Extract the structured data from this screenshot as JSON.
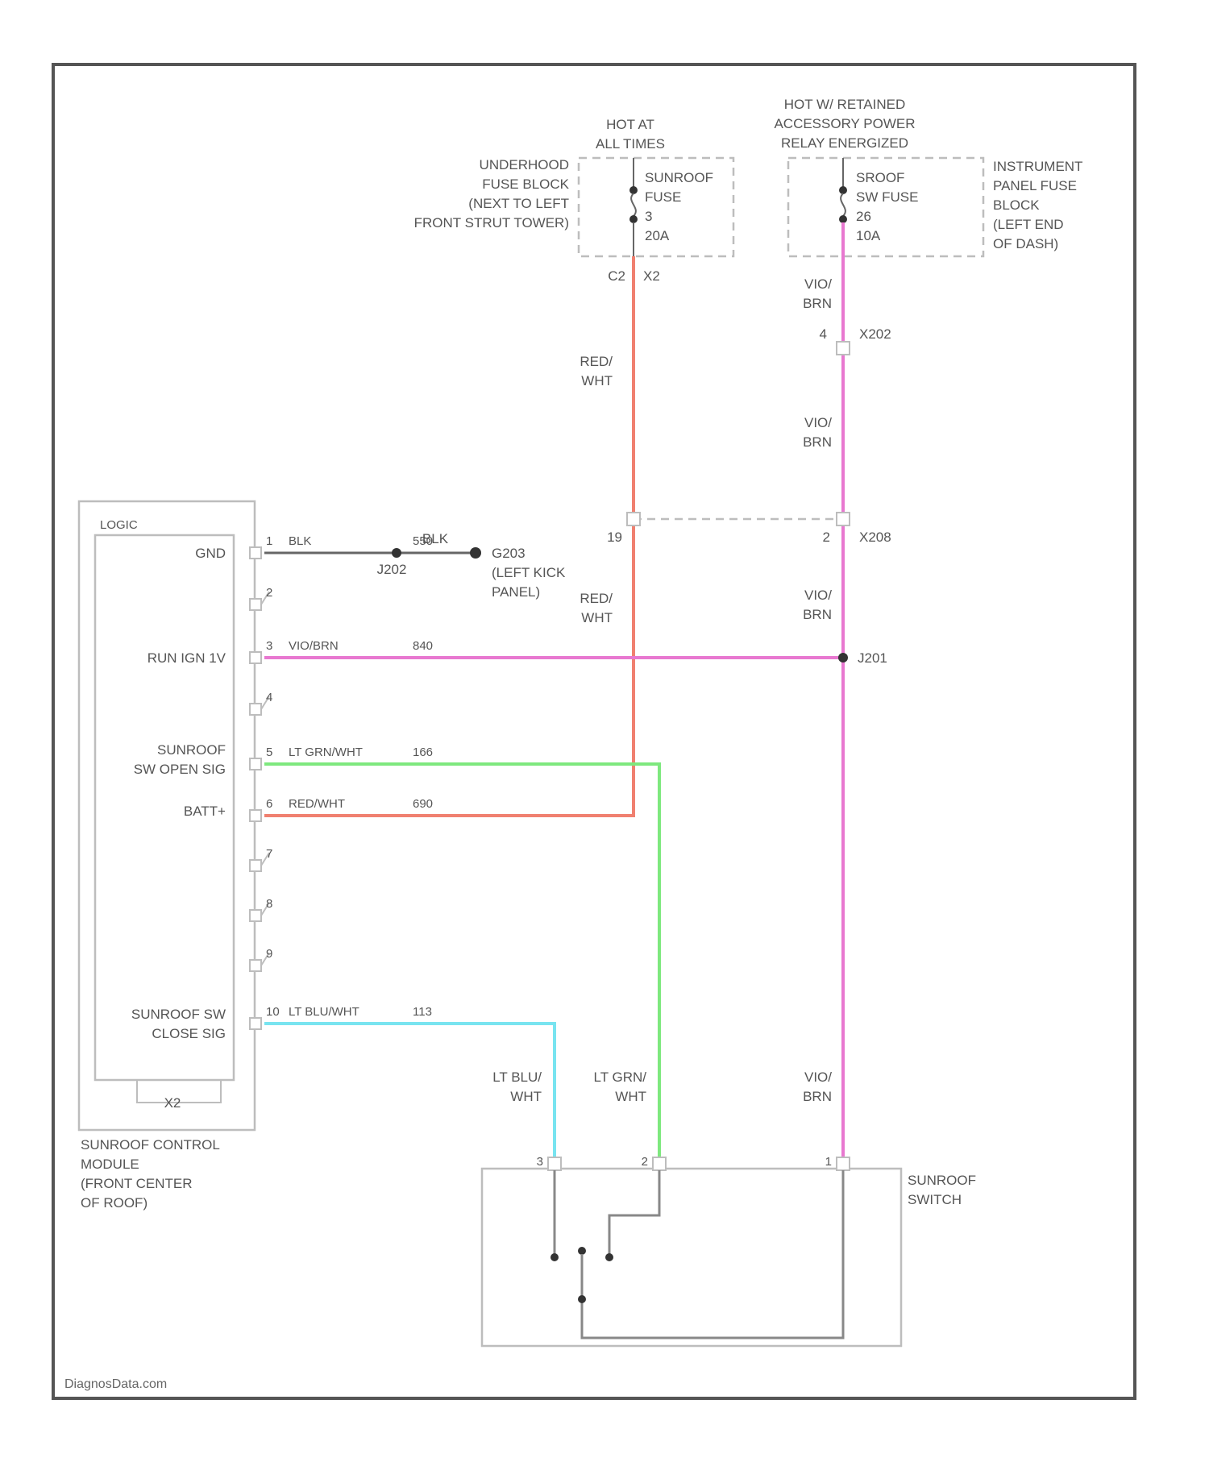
{
  "colors": {
    "frame": "#555555",
    "box": "#bdbdbd",
    "wire_gray": "#666666",
    "wire_red_wht": "#f08070",
    "wire_vio_brn": "#e878d0",
    "wire_lt_grn_wht": "#7ee87e",
    "wire_lt_blu_wht": "#78e4f0",
    "text": "#555555"
  },
  "top": {
    "hot_at_all_times": [
      "HOT AT",
      "ALL TIMES"
    ],
    "hot_in_retained": [
      "HOT W/ RETAINED",
      "ACCESSORY POWER",
      "RELAY ENERGIZED"
    ],
    "underhood_fuse_block": [
      "UNDERHOOD",
      "FUSE BLOCK",
      "(NEXT TO LEFT",
      "FRONT STRUT TOWER)"
    ],
    "sunroof_fuse": [
      "SUNROOF",
      "FUSE",
      "3",
      "20A"
    ],
    "sroof_sw_fuse": [
      "SROOF",
      "SW FUSE",
      "26",
      "10A"
    ],
    "instrument_panel_fuse_block": [
      "INSTRUMENT",
      "PANEL FUSE",
      "BLOCK",
      "(LEFT END",
      "OF DASH)"
    ],
    "connector_c2": "C2",
    "connector_x2": "X2"
  },
  "wires": {
    "red_wht_top": [
      "RED/",
      "WHT"
    ],
    "red_wht_mid": [
      "RED/",
      "WHT"
    ],
    "vio_brn_1": [
      "VIO/",
      "BRN"
    ],
    "vio_brn_2": [
      "VIO/",
      "BRN"
    ],
    "vio_brn_3": [
      "VIO/",
      "BRN"
    ],
    "vio_brn_4": [
      "VIO/",
      "BRN"
    ],
    "lt_blu_wht": [
      "LT BLU/",
      "WHT"
    ],
    "lt_grn_wht": [
      "LT GRN/",
      "WHT"
    ]
  },
  "connectors": {
    "x202_pin": "4",
    "x202": "X202",
    "x208_pin_left": "19",
    "x208_pin_right": "2",
    "x208": "X208",
    "j202": "J202",
    "j201": "J201",
    "g203": [
      "G203",
      "(LEFT KICK",
      "PANEL)"
    ],
    "blk_2": "BLK"
  },
  "module": {
    "logic": "LOGIC",
    "gnd": "GND",
    "run_ign": "RUN IGN 1V",
    "sunroof_open": [
      "SUNROOF",
      "SW OPEN SIG"
    ],
    "batt": "BATT+",
    "sunroof_close": [
      "SUNROOF SW",
      "CLOSE SIG"
    ],
    "x2": "X2",
    "name": [
      "SUNROOF CONTROL",
      "MODULE",
      "(FRONT CENTER",
      "OF ROOF)"
    ]
  },
  "pins": [
    {
      "num": "1",
      "wire": "BLK",
      "circuit": "550"
    },
    {
      "num": "2",
      "wire": "",
      "circuit": ""
    },
    {
      "num": "3",
      "wire": "VIO/BRN",
      "circuit": "840"
    },
    {
      "num": "4",
      "wire": "",
      "circuit": ""
    },
    {
      "num": "5",
      "wire": "LT GRN/WHT",
      "circuit": "166"
    },
    {
      "num": "6",
      "wire": "RED/WHT",
      "circuit": "690"
    },
    {
      "num": "7",
      "wire": "",
      "circuit": ""
    },
    {
      "num": "8",
      "wire": "",
      "circuit": ""
    },
    {
      "num": "9",
      "wire": "",
      "circuit": ""
    },
    {
      "num": "10",
      "wire": "LT BLU/WHT",
      "circuit": "113"
    }
  ],
  "switch": {
    "name": [
      "SUNROOF",
      "SWITCH"
    ],
    "pin_3": "3",
    "pin_2": "2",
    "pin_1": "1"
  },
  "footer": "DiagnosData.com"
}
